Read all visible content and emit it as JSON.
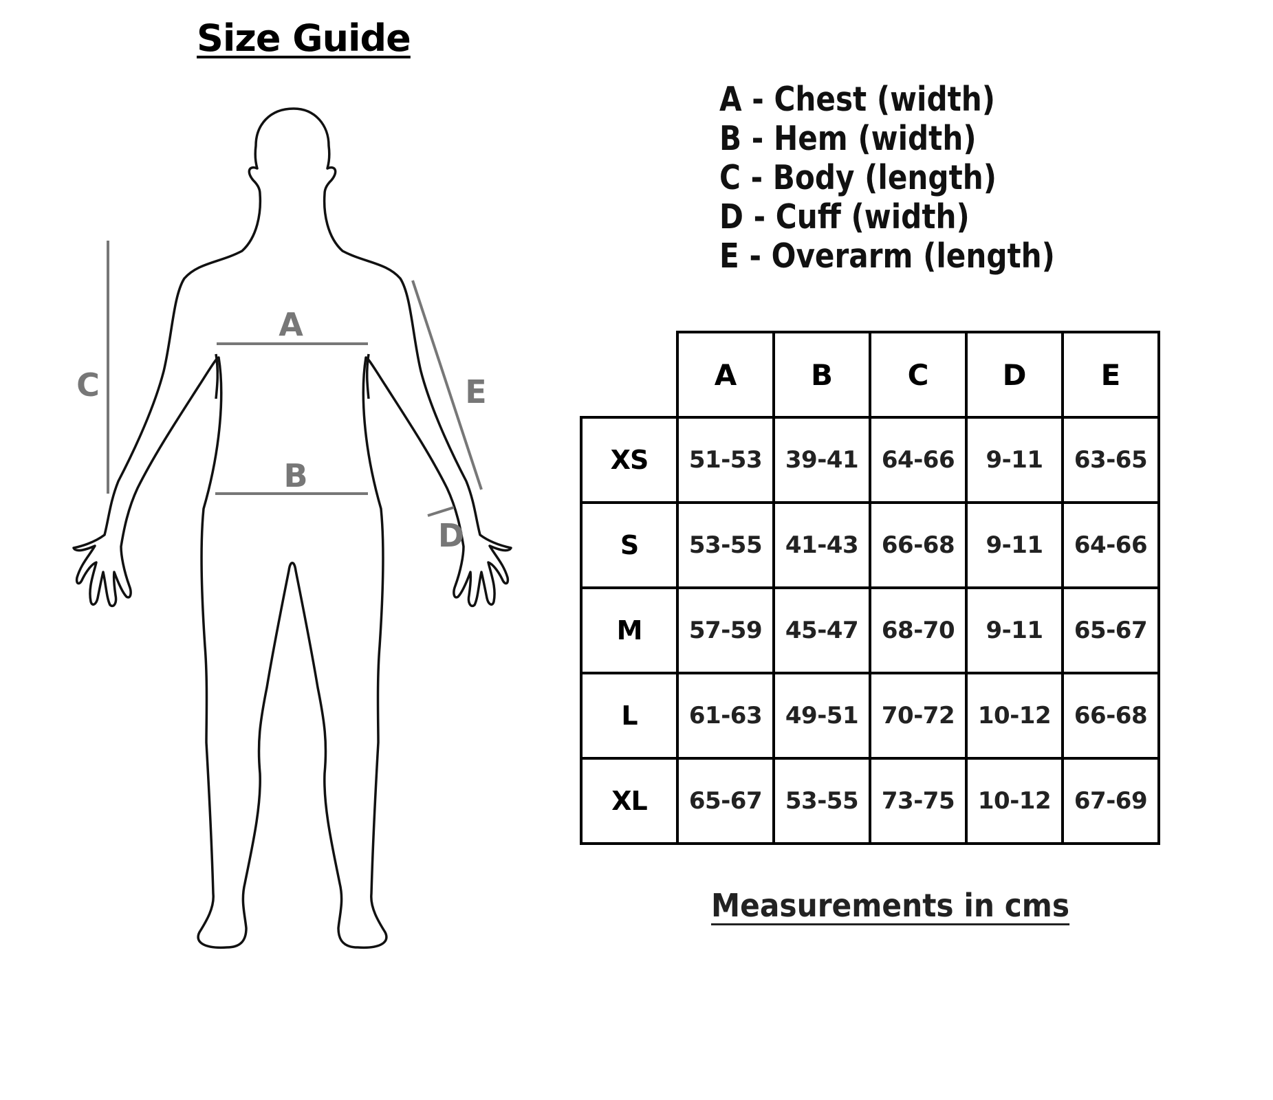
{
  "title": "Size Guide",
  "figure": {
    "markers": {
      "a": "A",
      "b": "B",
      "c": "C",
      "d": "D",
      "e": "E"
    }
  },
  "legend": {
    "items": [
      "A - Chest (width)",
      "B - Hem (width)",
      "C - Body (length)",
      "D - Cuff (width)",
      "E - Overarm (length)"
    ]
  },
  "table": {
    "columns": [
      "A",
      "B",
      "C",
      "D",
      "E"
    ],
    "rows": [
      {
        "size": "XS",
        "cells": [
          "51-53",
          "39-41",
          "64-66",
          "9-11",
          "63-65"
        ]
      },
      {
        "size": "S",
        "cells": [
          "53-55",
          "41-43",
          "66-68",
          "9-11",
          "64-66"
        ]
      },
      {
        "size": "M",
        "cells": [
          "57-59",
          "45-47",
          "68-70",
          "9-11",
          "65-67"
        ]
      },
      {
        "size": "L",
        "cells": [
          "61-63",
          "49-51",
          "70-72",
          "10-12",
          "66-68"
        ]
      },
      {
        "size": "XL",
        "cells": [
          "65-67",
          "53-55",
          "73-75",
          "10-12",
          "67-69"
        ]
      }
    ]
  },
  "footnote": "Measurements in cms"
}
